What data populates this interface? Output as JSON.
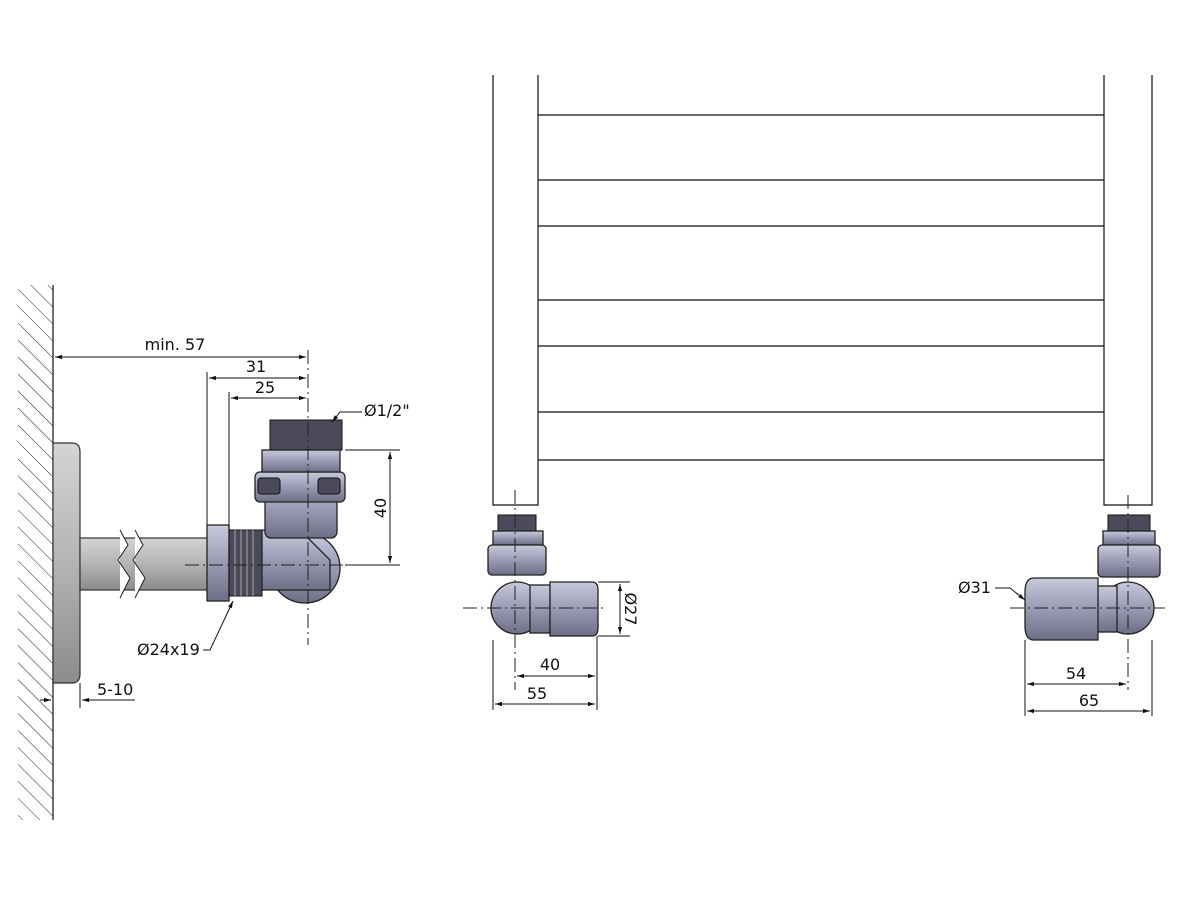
{
  "side_view": {
    "dim_wall_to_axis": "min. 57",
    "dim_nut_to_axis": "31",
    "dim_thread_to_axis": "25",
    "dim_height": "40",
    "thread_size": "Ø1/2\"",
    "pipe_connection": "Ø24x19",
    "dim_rosette_gap": "5-10"
  },
  "left_valve_view": {
    "cap_diameter": "Ø27",
    "dim_inner": "40",
    "dim_outer": "55"
  },
  "right_valve_view": {
    "cap_diameter": "Ø31",
    "dim_inner": "54",
    "dim_outer": "65"
  },
  "colors": {
    "metal": "#9a9ab4",
    "rosette": "#b8b8b8"
  }
}
